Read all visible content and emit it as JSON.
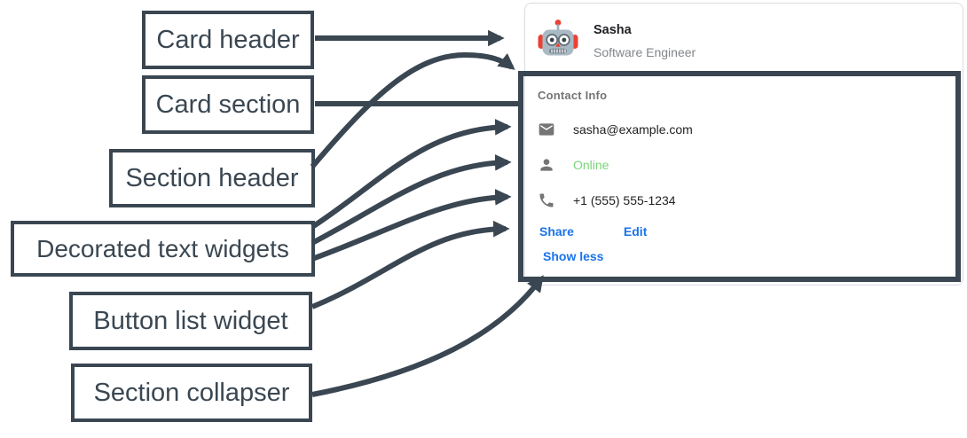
{
  "colors": {
    "annotation_dark": "#3a4752",
    "card_border": "#dadce0",
    "link_blue": "#1a73e8",
    "online_green": "#78d578",
    "text_dark": "#212121",
    "text_gray": "#757575",
    "subtitle_gray": "#80868b",
    "avatar_red": "#e94235",
    "avatar_gray": "#a9bac4"
  },
  "annotations": [
    {
      "label": "Card header",
      "target": "card-header"
    },
    {
      "label": "Card section",
      "target": "card-section"
    },
    {
      "label": "Section header",
      "target": "section-header"
    },
    {
      "label": "Decorated text widgets",
      "target": "decorated-text-widgets"
    },
    {
      "label": "Button list widget",
      "target": "button-list"
    },
    {
      "label": "Section collapser",
      "target": "section-collapser"
    }
  ],
  "card": {
    "header": {
      "avatar_icon": "robot-avatar",
      "name": "Sasha",
      "subtitle": "Software Engineer"
    },
    "section": {
      "header": "Contact Info",
      "widgets": [
        {
          "icon": "email-icon",
          "text": "sasha@example.com",
          "color": "#212121"
        },
        {
          "icon": "person-icon",
          "text": "Online",
          "color": "#78d578"
        },
        {
          "icon": "phone-icon",
          "text": "+1 (555) 555-1234",
          "color": "#212121"
        }
      ],
      "buttons": [
        {
          "label": "Share"
        },
        {
          "label": "Edit"
        }
      ],
      "collapser_label": "Show less"
    }
  }
}
